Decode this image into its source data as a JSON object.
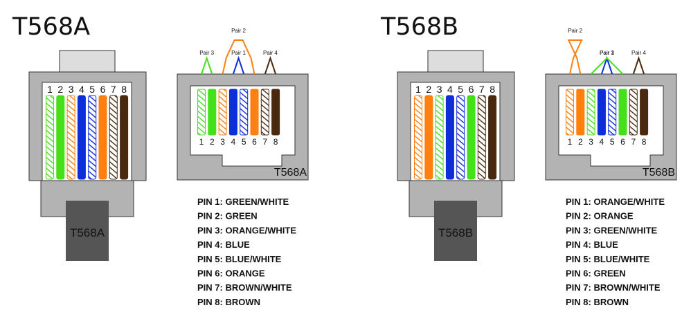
{
  "colors": {
    "green": "#44e019",
    "orange": "#ff7f0f",
    "blue": "#0d2ed8",
    "brown": "#4a2a0e",
    "body_gray": "#b3b3b3",
    "boot_gray": "#555555",
    "outline": "#333333"
  },
  "pair_colors": {
    "1": "blue",
    "2": "orange",
    "3": "green",
    "4": "brown"
  },
  "pair_labels": {
    "1": "Pair 1",
    "2": "Pair 2",
    "3": "Pair 3",
    "4": "Pair 4"
  },
  "pin_numbers": [
    "1",
    "2",
    "3",
    "4",
    "5",
    "6",
    "7",
    "8"
  ],
  "standards": [
    {
      "title": "T568A",
      "plug_label": "T568A",
      "jack_label": "T568A",
      "pins": [
        {
          "color": "green",
          "striped": true
        },
        {
          "color": "green",
          "striped": false
        },
        {
          "color": "orange",
          "striped": true
        },
        {
          "color": "blue",
          "striped": false
        },
        {
          "color": "blue",
          "striped": true
        },
        {
          "color": "orange",
          "striped": false
        },
        {
          "color": "brown",
          "striped": true
        },
        {
          "color": "brown",
          "striped": false
        }
      ],
      "pin_list": [
        "PIN 1: GREEN/WHITE",
        "PIN 2: GREEN",
        "PIN 3: ORANGE/WHITE",
        "PIN 4: BLUE",
        "PIN 5: BLUE/WHITE",
        "PIN 6: ORANGE",
        "PIN 7: BROWN/WHITE",
        "PIN 8: BROWN"
      ]
    },
    {
      "title": "T568B",
      "plug_label": "T568B",
      "jack_label": "T568B",
      "pins": [
        {
          "color": "orange",
          "striped": true
        },
        {
          "color": "orange",
          "striped": false
        },
        {
          "color": "green",
          "striped": true
        },
        {
          "color": "blue",
          "striped": false
        },
        {
          "color": "blue",
          "striped": true
        },
        {
          "color": "green",
          "striped": false
        },
        {
          "color": "brown",
          "striped": true
        },
        {
          "color": "brown",
          "striped": false
        }
      ],
      "pin_list": [
        "PIN 1: ORANGE/WHITE",
        "PIN 2: ORANGE",
        "PIN 3: GREEN/WHITE",
        "PIN 4: BLUE",
        "PIN 5: BLUE/WHITE",
        "PIN 6: GREEN",
        "PIN 7: BROWN/WHITE",
        "PIN 8: BROWN"
      ]
    }
  ]
}
